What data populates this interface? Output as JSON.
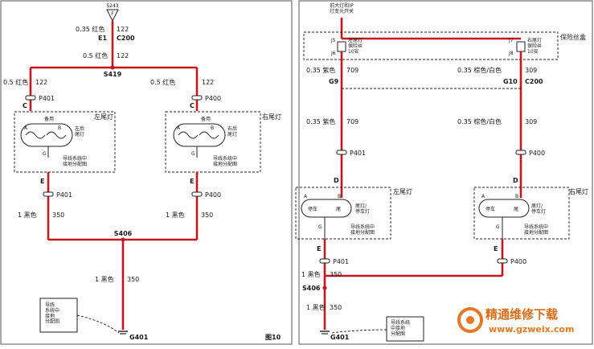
{
  "left": {
    "top_connector": "S243",
    "w1": {
      "gauge_color": "0.35 红色",
      "circuit": "122"
    },
    "c200": {
      "pin": "E1",
      "name": "C200"
    },
    "w2": {
      "gauge_color": "0.5 红色",
      "circuit": "122"
    },
    "splice_top": "S419",
    "branch_l": {
      "gauge_color": "0.5 红色",
      "circuit": "122",
      "pin_c": "C",
      "conn": "P401",
      "pin_e": "E"
    },
    "branch_r": {
      "gauge_color": "0.5 红色",
      "circuit": "122",
      "pin_c": "C",
      "conn": "P400",
      "pin_e": "E"
    },
    "lamp_l": {
      "title": "左尾灯",
      "spare": "备用",
      "lamp_label": "左后\n尾灯",
      "pin_a": "A",
      "pin_b": "B",
      "pin_g": "G",
      "ref": "导线系统中\n接地分配图"
    },
    "lamp_r": {
      "title": "右尾灯",
      "spare": "备用",
      "lamp_label": "右后\n尾灯",
      "pin_a": "A",
      "pin_b": "B",
      "pin_g": "G",
      "ref": "导线系统中\n接地分配图"
    },
    "w3l": {
      "gauge_color": "1 黑色",
      "circuit": "350",
      "conn": "P401"
    },
    "w3r": {
      "gauge_color": "1 黑色",
      "circuit": "350",
      "conn": "P400"
    },
    "splice_bot": "S406",
    "w4": {
      "gauge_color": "1 黑色",
      "circuit": "350"
    },
    "ground_ref": "导线\n系统中\n接地\n分配图",
    "ground": "G401",
    "figure": "图10"
  },
  "right": {
    "top_label": "前大灯和IP\n灯变光开关",
    "fuse_block": "保险丝盒",
    "fuse_l": {
      "pin_top": "J5",
      "pin_bot": "J6",
      "label": "左尾灯\n保险丝\n10安"
    },
    "fuse_r": {
      "pin_top": "J7",
      "pin_bot": "J8",
      "label": "右尾灯\n保险丝\n10安"
    },
    "w1l": {
      "gauge_color": "0.35 紫色",
      "circuit": "709"
    },
    "w1r": {
      "gauge_color": "0.35 棕色/白色",
      "circuit": "309"
    },
    "conn_l": "G9",
    "conn_r": "G10",
    "conn_name": "C200",
    "w2l": {
      "gauge_color": "0.35 紫色",
      "circuit": "709",
      "conn": "P401",
      "pin": "D"
    },
    "w2r": {
      "gauge_color": "0.35 棕色/白色",
      "circuit": "309",
      "conn": "P400",
      "pin": "D"
    },
    "lamp_l": {
      "title": "左尾灯",
      "tail": "尾",
      "stop": "停车",
      "lamp_label": "尾灯/\n停车灯",
      "pin_a": "A",
      "pin_b": "B",
      "pin_g": "G",
      "ref": "导线系统中\n接地分配图"
    },
    "lamp_r": {
      "title": "右尾灯",
      "tail": "尾",
      "stop": "停车",
      "lamp_label": "尾灯/\n停车灯",
      "pin_a": "A",
      "pin_b": "B",
      "pin_g": "G",
      "ref": "导线系统中\n接地分配图"
    },
    "w3l": {
      "gauge_color": "1 黑色",
      "circuit": "350",
      "conn": "P401",
      "pin": "E"
    },
    "w3r": {
      "conn": "P400",
      "pin": "E"
    },
    "splice": "S406",
    "w4": {
      "gauge_color": "1 黑色",
      "circuit": "350"
    },
    "ground_ref": "导线系统\n中接地\n分配图",
    "ground": "G401"
  },
  "watermark": {
    "brand": "精通维修下载",
    "url": "www.gzweix.com"
  },
  "colors": {
    "wire": "#c8161d",
    "line": "#222222",
    "watermark": "#e87722"
  }
}
